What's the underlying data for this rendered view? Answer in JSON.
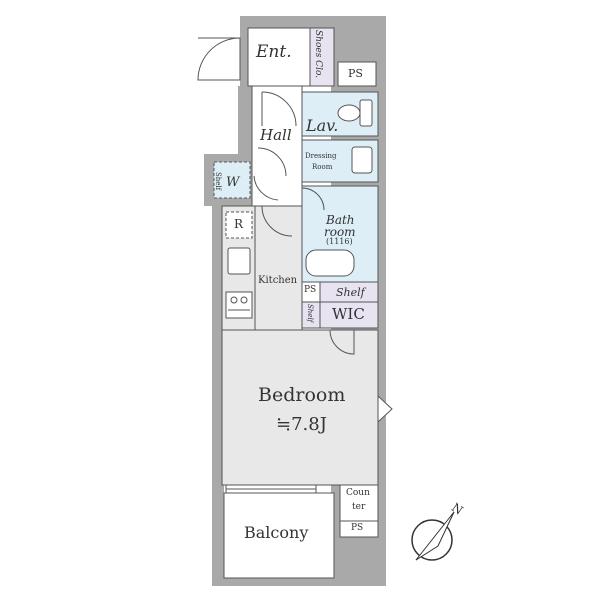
{
  "rooms": {
    "entrance": "Ent.",
    "shoes_closet": "Shoes Clo.",
    "ps_top": "PS",
    "lavatory": "Lav.",
    "hall": "Hall",
    "dressing_room_line1": "Dressing",
    "dressing_room_line2": "Room",
    "washer": "W",
    "shelf_washer": "Shelf",
    "refrigerator": "R",
    "bathroom_line1": "Bath",
    "bathroom_line2": "room",
    "bathroom_size": "(1116)",
    "kitchen": "Kitchen",
    "ps_mid": "PS",
    "shelf_mid": "Shelf",
    "shelf_side": "Shelf",
    "wic": "WIC",
    "bedroom": "Bedroom",
    "bedroom_size": "≒7.8J",
    "counter_line1": "Coun",
    "counter_line2": "ter",
    "ps_bottom": "PS",
    "balcony": "Balcony"
  },
  "compass": {
    "north_label": "N"
  },
  "colors": {
    "wall": "#a9a9a9",
    "line": "#555555",
    "floor": "#e8e8e8",
    "wet_area": "#ddeef7",
    "storage": "#e7e3f0",
    "white": "#ffffff"
  }
}
